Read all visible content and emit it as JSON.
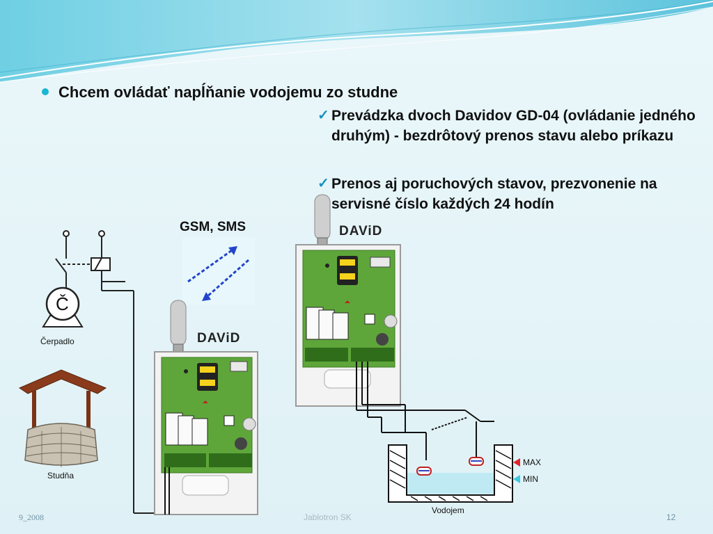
{
  "slide": {
    "main_bullet": "Chcem ovládať napĺňanie vodojemu zo studne",
    "sub_bullets": [
      "Prevádzka dvoch Davidov GD-04 (ovládanie jedného druhým) - bezdrôtový prenos stavu alebo príkazu",
      "Prenos aj poruchových stavov, prezvonenie na servisné číslo každých 24 hodín"
    ],
    "check_glyph": "✓"
  },
  "diagram": {
    "gsm_label": "GSM, SMS",
    "pump_symbol": "Č",
    "pump_label": "Čerpadlo",
    "well_label": "Studňa",
    "tank_label": "Vodojem",
    "max_label": "MAX",
    "min_label": "MIN",
    "device_logo": "DAViD",
    "max_color": "#e0242a",
    "min_color": "#3ec6e0"
  },
  "footer": {
    "date": "9_2008",
    "company": "Jablotron SK",
    "page": "12"
  }
}
